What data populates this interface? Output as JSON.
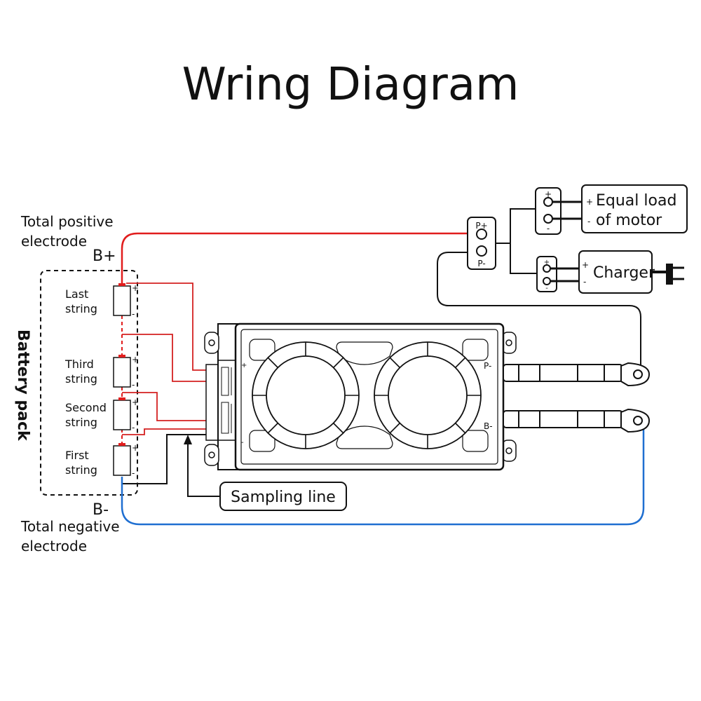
{
  "title": "Wring Diagram",
  "battery_pack": {
    "label": "Battery pack",
    "cells": [
      {
        "label_line1": "Last",
        "label_line2": "string"
      },
      {
        "label_line1": "Third",
        "label_line2": "string"
      },
      {
        "label_line1": "Second",
        "label_line2": "string"
      },
      {
        "label_line1": "First",
        "label_line2": "string"
      }
    ],
    "cell_plus": "+",
    "cell_minus": "-"
  },
  "electrodes": {
    "positive_line1": "Total positive",
    "positive_line2": "electrode",
    "b_plus": "B+",
    "negative_line1": "Total negative",
    "negative_line2": "electrode",
    "b_minus": "B-"
  },
  "bms": {
    "p_minus": "P-",
    "b_minus": "B-",
    "plus_mark": "+",
    "minus_mark": "-"
  },
  "p_terminal": {
    "plus": "P+",
    "minus": "P-"
  },
  "load": {
    "line1": "Equal load",
    "line2": "of motor",
    "plus": "+",
    "minus": "-"
  },
  "charger": {
    "label": "Charger",
    "plus": "+",
    "minus": "-"
  },
  "sampling": {
    "label": "Sampling line"
  },
  "colors": {
    "positive_wire": "#e11d1d",
    "negative_wire": "#1f6fd1",
    "line": "#111111"
  }
}
